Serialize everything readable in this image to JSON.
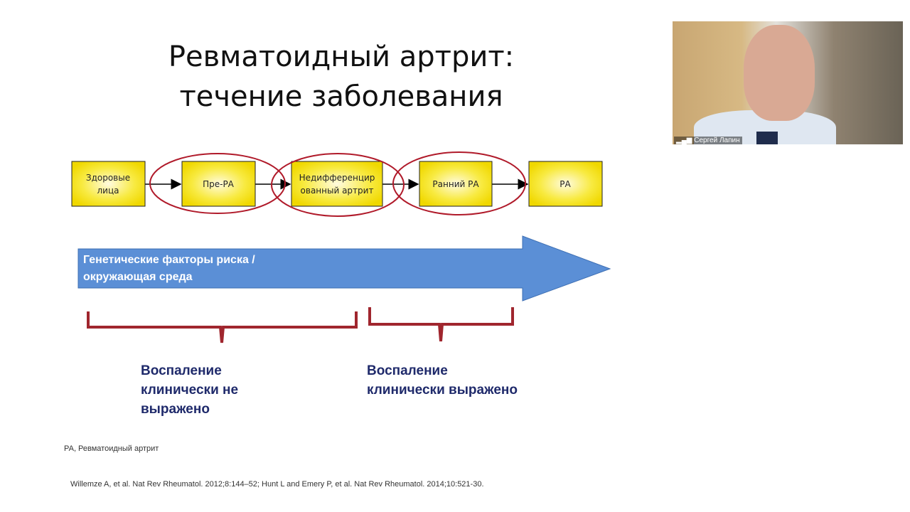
{
  "slide": {
    "title_line1": "Ревматоидный артрит:",
    "title_line2": "течение заболевания",
    "stages": [
      {
        "line1": "Здоровые",
        "line2": "лица"
      },
      {
        "line1": "Пре-РА",
        "line2": ""
      },
      {
        "line1": "Недифференцир",
        "line2": "ованный артрит"
      },
      {
        "line1": "Ранний РА",
        "line2": ""
      },
      {
        "line1": "РА",
        "line2": ""
      }
    ],
    "arrow_line1": "Генетические факторы риска  /",
    "arrow_line2": "окружающая среда",
    "note_left": [
      "Воспаление",
      "клинически не",
      "выражено"
    ],
    "note_right": [
      "Воспаление",
      "клинически выражено"
    ],
    "abbrev": "РА, Ревматоидный артрит",
    "reference": "Willemze A, et al. Nat Rev Rheumatol. 2012;8:144–52; Hunt L and Emery P, et al. Nat Rev Rheumatol. 2014;10:521-30."
  },
  "video": {
    "participant_name": "Сергей Лапин"
  },
  "colors": {
    "box_fill": "#f5e000",
    "ellipse": "#b01a2a",
    "arrow": "#5b8fd6",
    "brace": "#a0262e",
    "note_text": "#1f2a6b"
  }
}
